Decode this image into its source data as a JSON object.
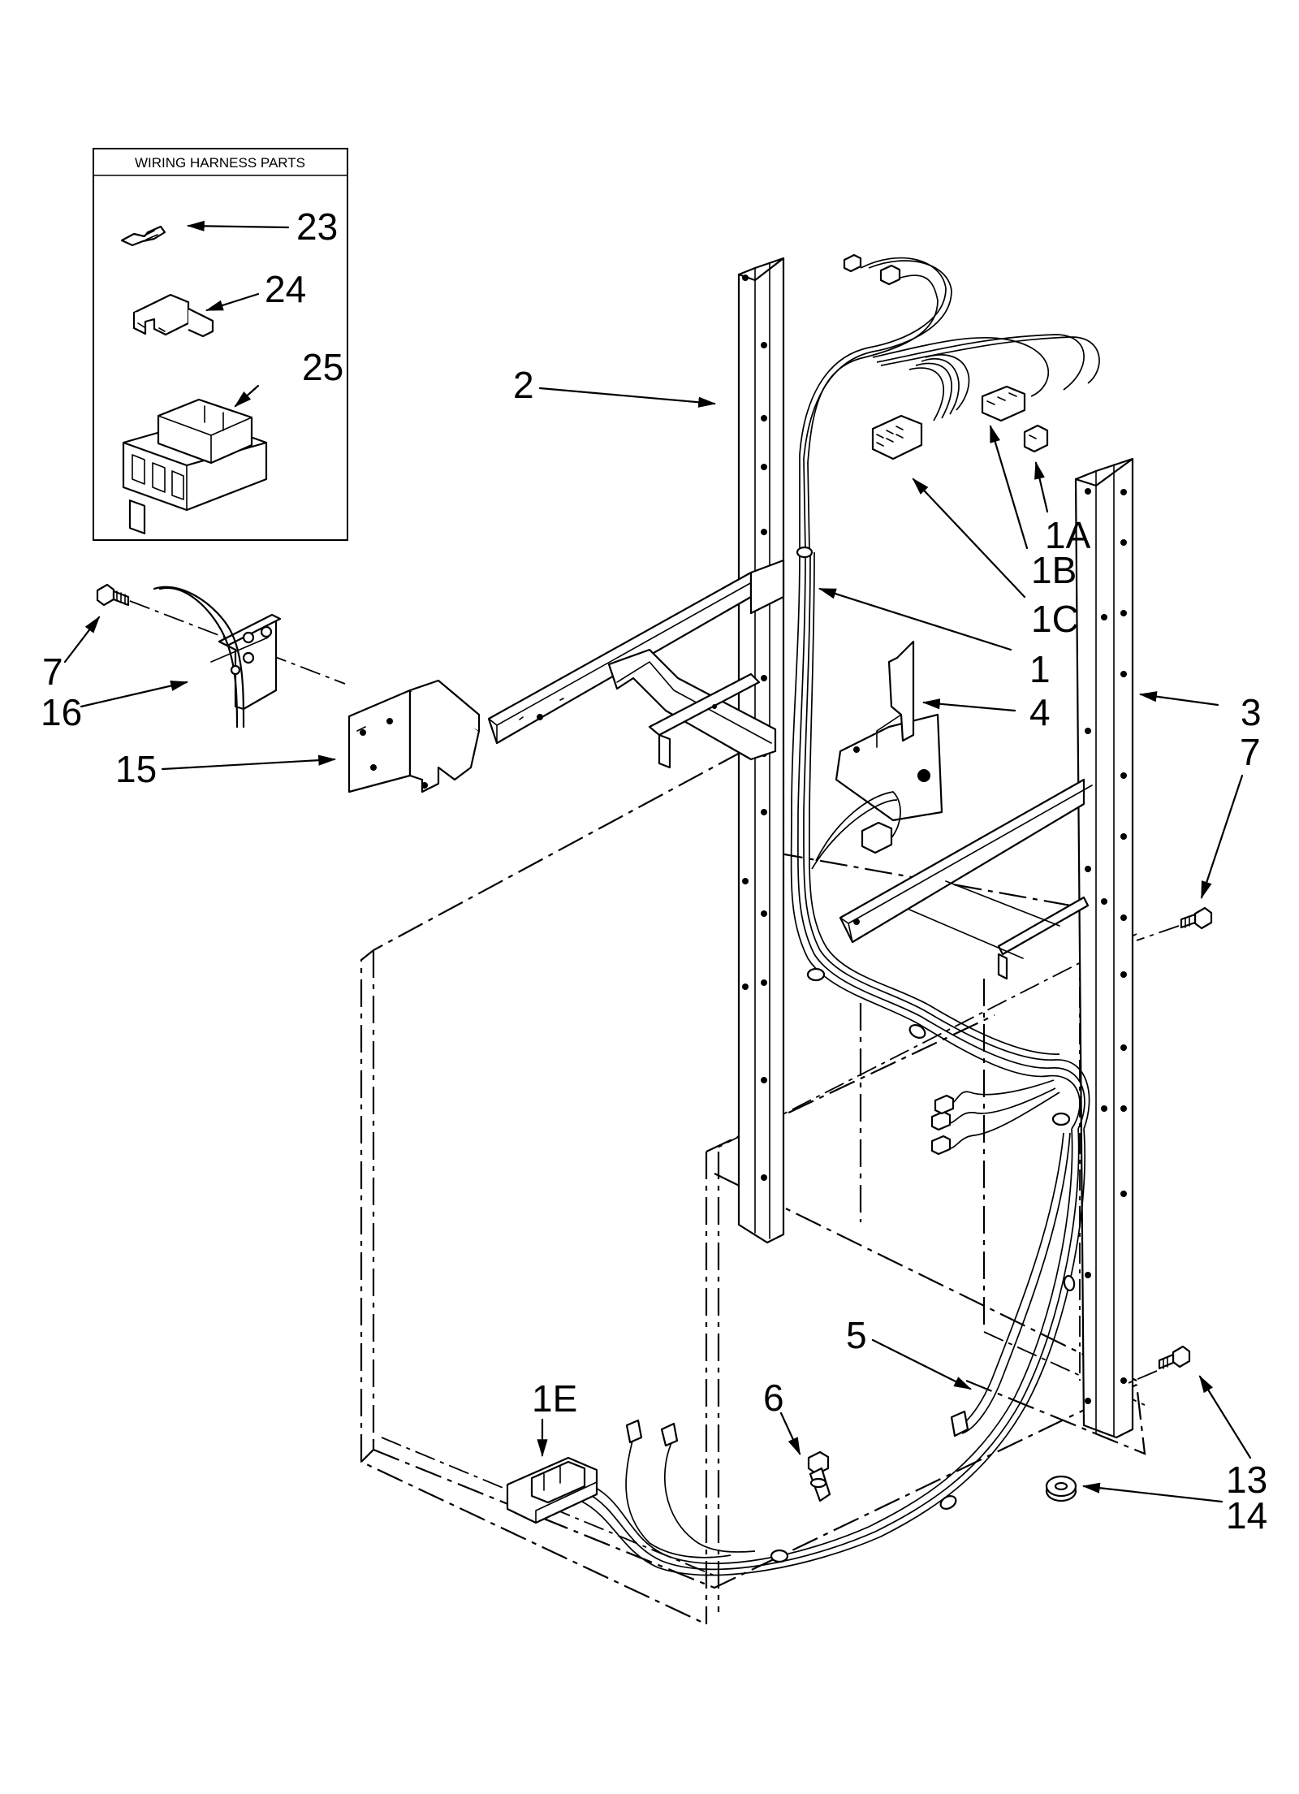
{
  "inset": {
    "title": "WIRING HARNESS PARTS",
    "labels": {
      "p23": "23",
      "p24": "24",
      "p25": "25"
    }
  },
  "callouts": {
    "c2": "2",
    "c1A": "1A",
    "c1B": "1B",
    "c1C": "1C",
    "c1": "1",
    "c4": "4",
    "c3": "3",
    "c7a": "7",
    "c7b": "7",
    "c16": "16",
    "c15": "15",
    "c5": "5",
    "c6": "6",
    "c1E": "1E",
    "c13": "13",
    "c14": "14"
  }
}
